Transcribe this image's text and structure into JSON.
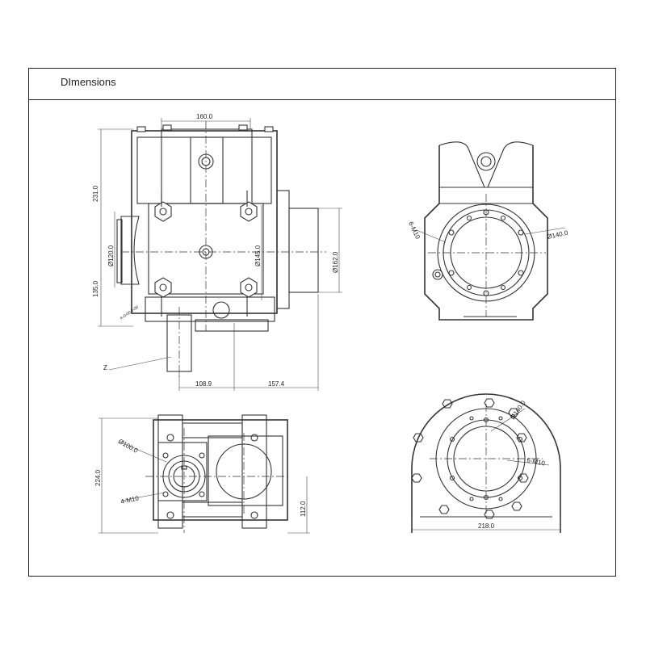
{
  "title": "DImensions",
  "front_view": {
    "dim_width_top": "160.0",
    "dim_height_upper": "231.0",
    "dim_height_lower": "135.0",
    "dim_dia_120": "Ø120.0",
    "dim_dia_145": "Ø145.0",
    "dim_dia_162": "Ø162.0",
    "dim_bottom_left": "108.9",
    "dim_bottom_right": "157.4",
    "label_z": "Z",
    "stamp": "A-0-00 0-00"
  },
  "side_view": {
    "dim_holes": "6-M10",
    "dim_dia_140": "Ø140.0"
  },
  "top_view": {
    "dim_dia_100": "Ø100.0",
    "dim_holes": "4-M10",
    "dim_height": "224.0",
    "dim_offset": "112.0"
  },
  "flange_view": {
    "dim_dia_140": "Ø140.0",
    "dim_holes": "6-M10",
    "dim_width": "218.0"
  }
}
